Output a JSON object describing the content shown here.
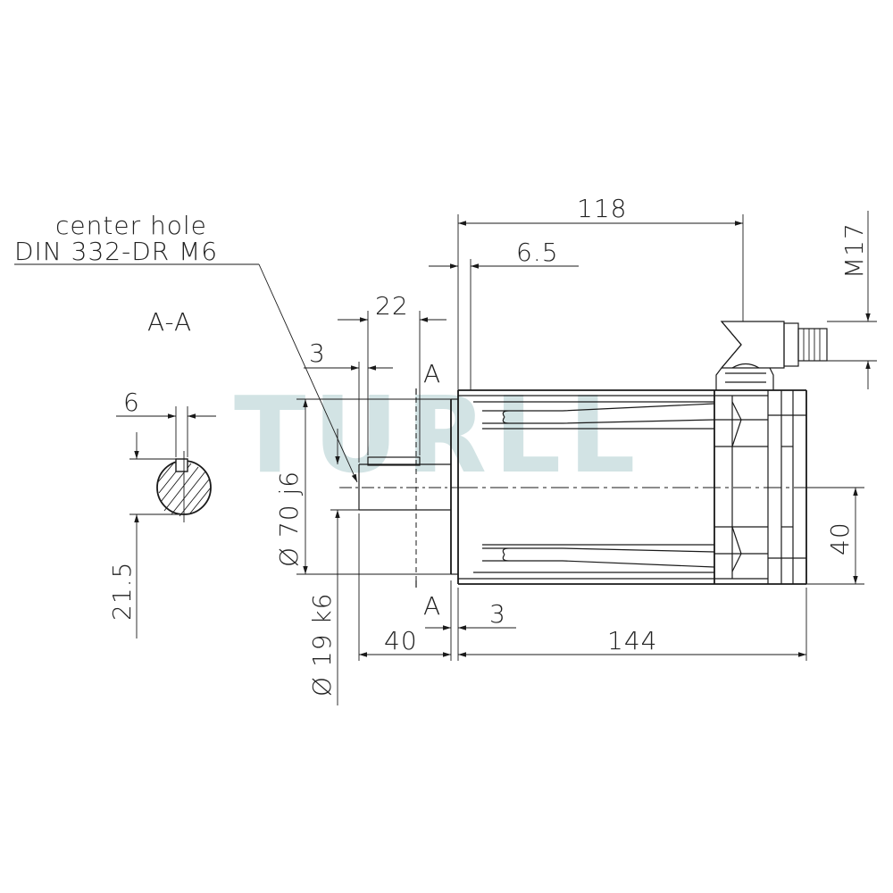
{
  "watermark": "TURLL",
  "annotation": {
    "line1": "center hole",
    "line2": "DIN 332-DR M6"
  },
  "section_label": "A-A",
  "section_marker": "A",
  "dimensions": {
    "overall_motor_length": "118",
    "connector_offset": "6.5",
    "thread_size": "M17",
    "shaft_key_length": "22",
    "shaft_step": "3",
    "pilot_diameter": "Ø 70 j6",
    "shaft_diameter": "Ø 19 k6",
    "shaft_length": "40",
    "flange_thickness": "3",
    "body_length": "144",
    "flange_height": "40",
    "key_width": "6",
    "key_depth": "21.5"
  },
  "colors": {
    "line": "#1a1a1a",
    "watermark": "#9cc2c4"
  }
}
